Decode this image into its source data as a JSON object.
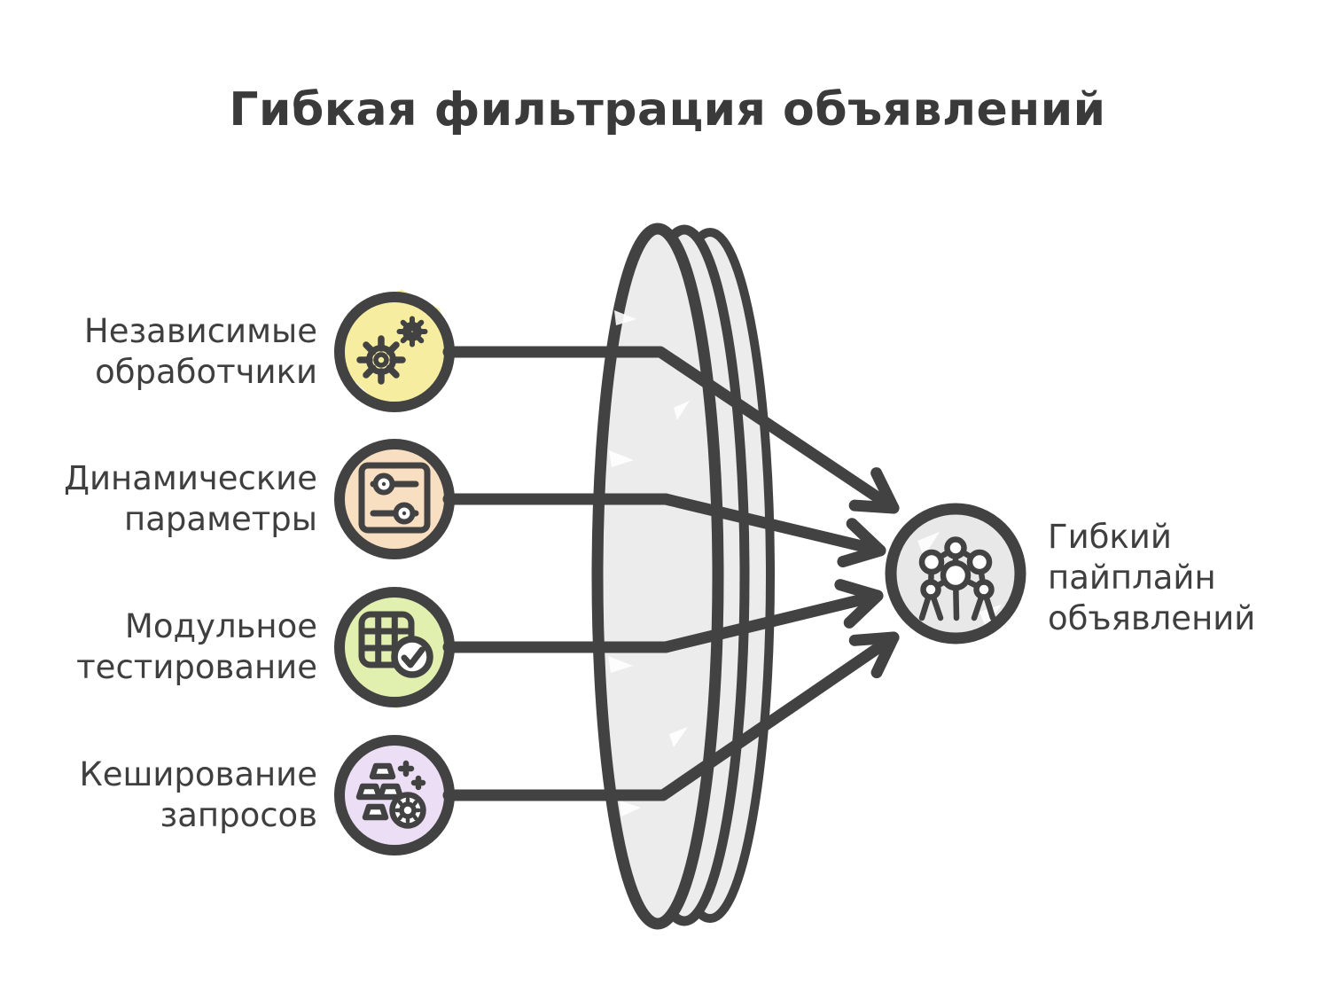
{
  "title": "Гибкая фильтрация объявлений",
  "colors": {
    "ink": "#424242",
    "text": "#3f3f3f",
    "lens_fill": "#ececec",
    "background": "#ffffff"
  },
  "sources": [
    {
      "label": "Независимые\nобработчики",
      "icon": "gears-icon",
      "accent": "#f6eda1"
    },
    {
      "label": "Динамические\nпараметры",
      "icon": "sliders-icon",
      "accent": "#f8dfc2"
    },
    {
      "label": "Модульное\nтестирование",
      "icon": "table-check-icon",
      "accent": "#e1f0af"
    },
    {
      "label": "Кеширование\nзапросов",
      "icon": "ingots-coin-icon",
      "accent": "#ecdef4"
    }
  ],
  "target": {
    "label": "Гибкий\nпайплайн\nобъявлений",
    "icon": "network-icon",
    "accent": "#e8e8e8"
  }
}
